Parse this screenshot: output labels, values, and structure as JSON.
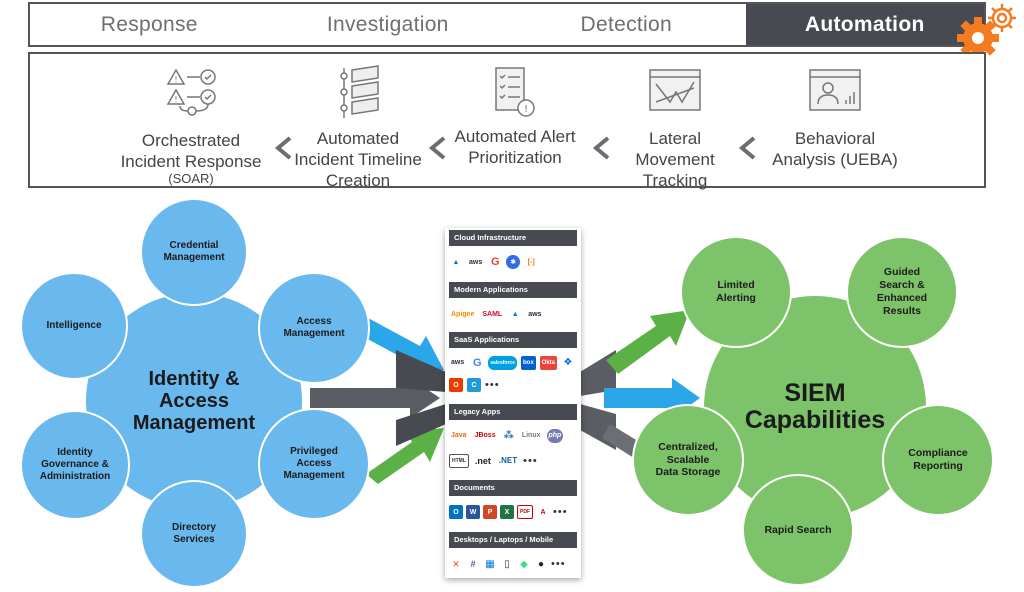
{
  "tabs": [
    {
      "label": "Response",
      "active": false
    },
    {
      "label": "Investigation",
      "active": false
    },
    {
      "label": "Detection",
      "active": false
    },
    {
      "label": "Automation",
      "active": true
    }
  ],
  "workflow": [
    {
      "label": "Orchestrated\nIncident Response",
      "sub": "(SOAR)",
      "icon": "orchestration-icon"
    },
    {
      "label": "Automated\nIncident Timeline\nCreation",
      "icon": "timeline-icon"
    },
    {
      "label": "Automated Alert\nPrioritization",
      "icon": "alert-checklist-icon"
    },
    {
      "label": "Lateral\nMovement\nTracking",
      "icon": "network-chart-icon"
    },
    {
      "label": "Behavioral\nAnalysis (UEBA)",
      "icon": "user-analytics-icon"
    }
  ],
  "iam": {
    "center": "Identity &\nAccess\nManagement",
    "satellites": [
      "Credential\nManagement",
      "Access\nManagement",
      "Privileged\nAccess\nManagement",
      "Directory\nServices",
      "Identity\nGovernance &\nAdministration",
      "Intelligence"
    ]
  },
  "sources": [
    {
      "header": "Cloud Infrastructure",
      "logos": [
        "Azure",
        "aws",
        "G",
        "K8s",
        "[-]"
      ]
    },
    {
      "header": "Modern Applications",
      "logos": [
        "Apigee",
        "SAML",
        "Azure",
        "aws"
      ]
    },
    {
      "header": "SaaS Applications",
      "logos": [
        "aws",
        "G",
        "salesforce",
        "box",
        "Okta",
        "Dropbox",
        "Office",
        "C"
      ]
    },
    {
      "header": "Legacy Apps",
      "logos": [
        "Java",
        "JBoss",
        "Linux",
        "php",
        "HTML",
        ".net",
        ".NET"
      ]
    },
    {
      "header": "Documents",
      "logos": [
        "O",
        "W",
        "P",
        "X",
        "PDF",
        "A"
      ]
    },
    {
      "header": "Desktops / Laptops / Mobile",
      "logos": [
        "Lx",
        "Sl",
        "Win",
        "iOS",
        "Andr",
        "Mac"
      ]
    }
  ],
  "siem": {
    "center": "SIEM\nCapabilities",
    "satellites": [
      "Limited\nAlerting",
      "Guided\nSearch &\nEnhanced\nResults",
      "Compliance\nReporting",
      "Rapid Search",
      "Centralized,\nScalable\nData Storage"
    ]
  },
  "colors": {
    "blue": "#69b9ee",
    "green": "#7cc36a",
    "dark": "#474a51",
    "accent": "#f47b20",
    "arrow_blue": "#2aa7e8",
    "arrow_green": "#5bb146",
    "arrow_gray": "#5a5d63"
  }
}
